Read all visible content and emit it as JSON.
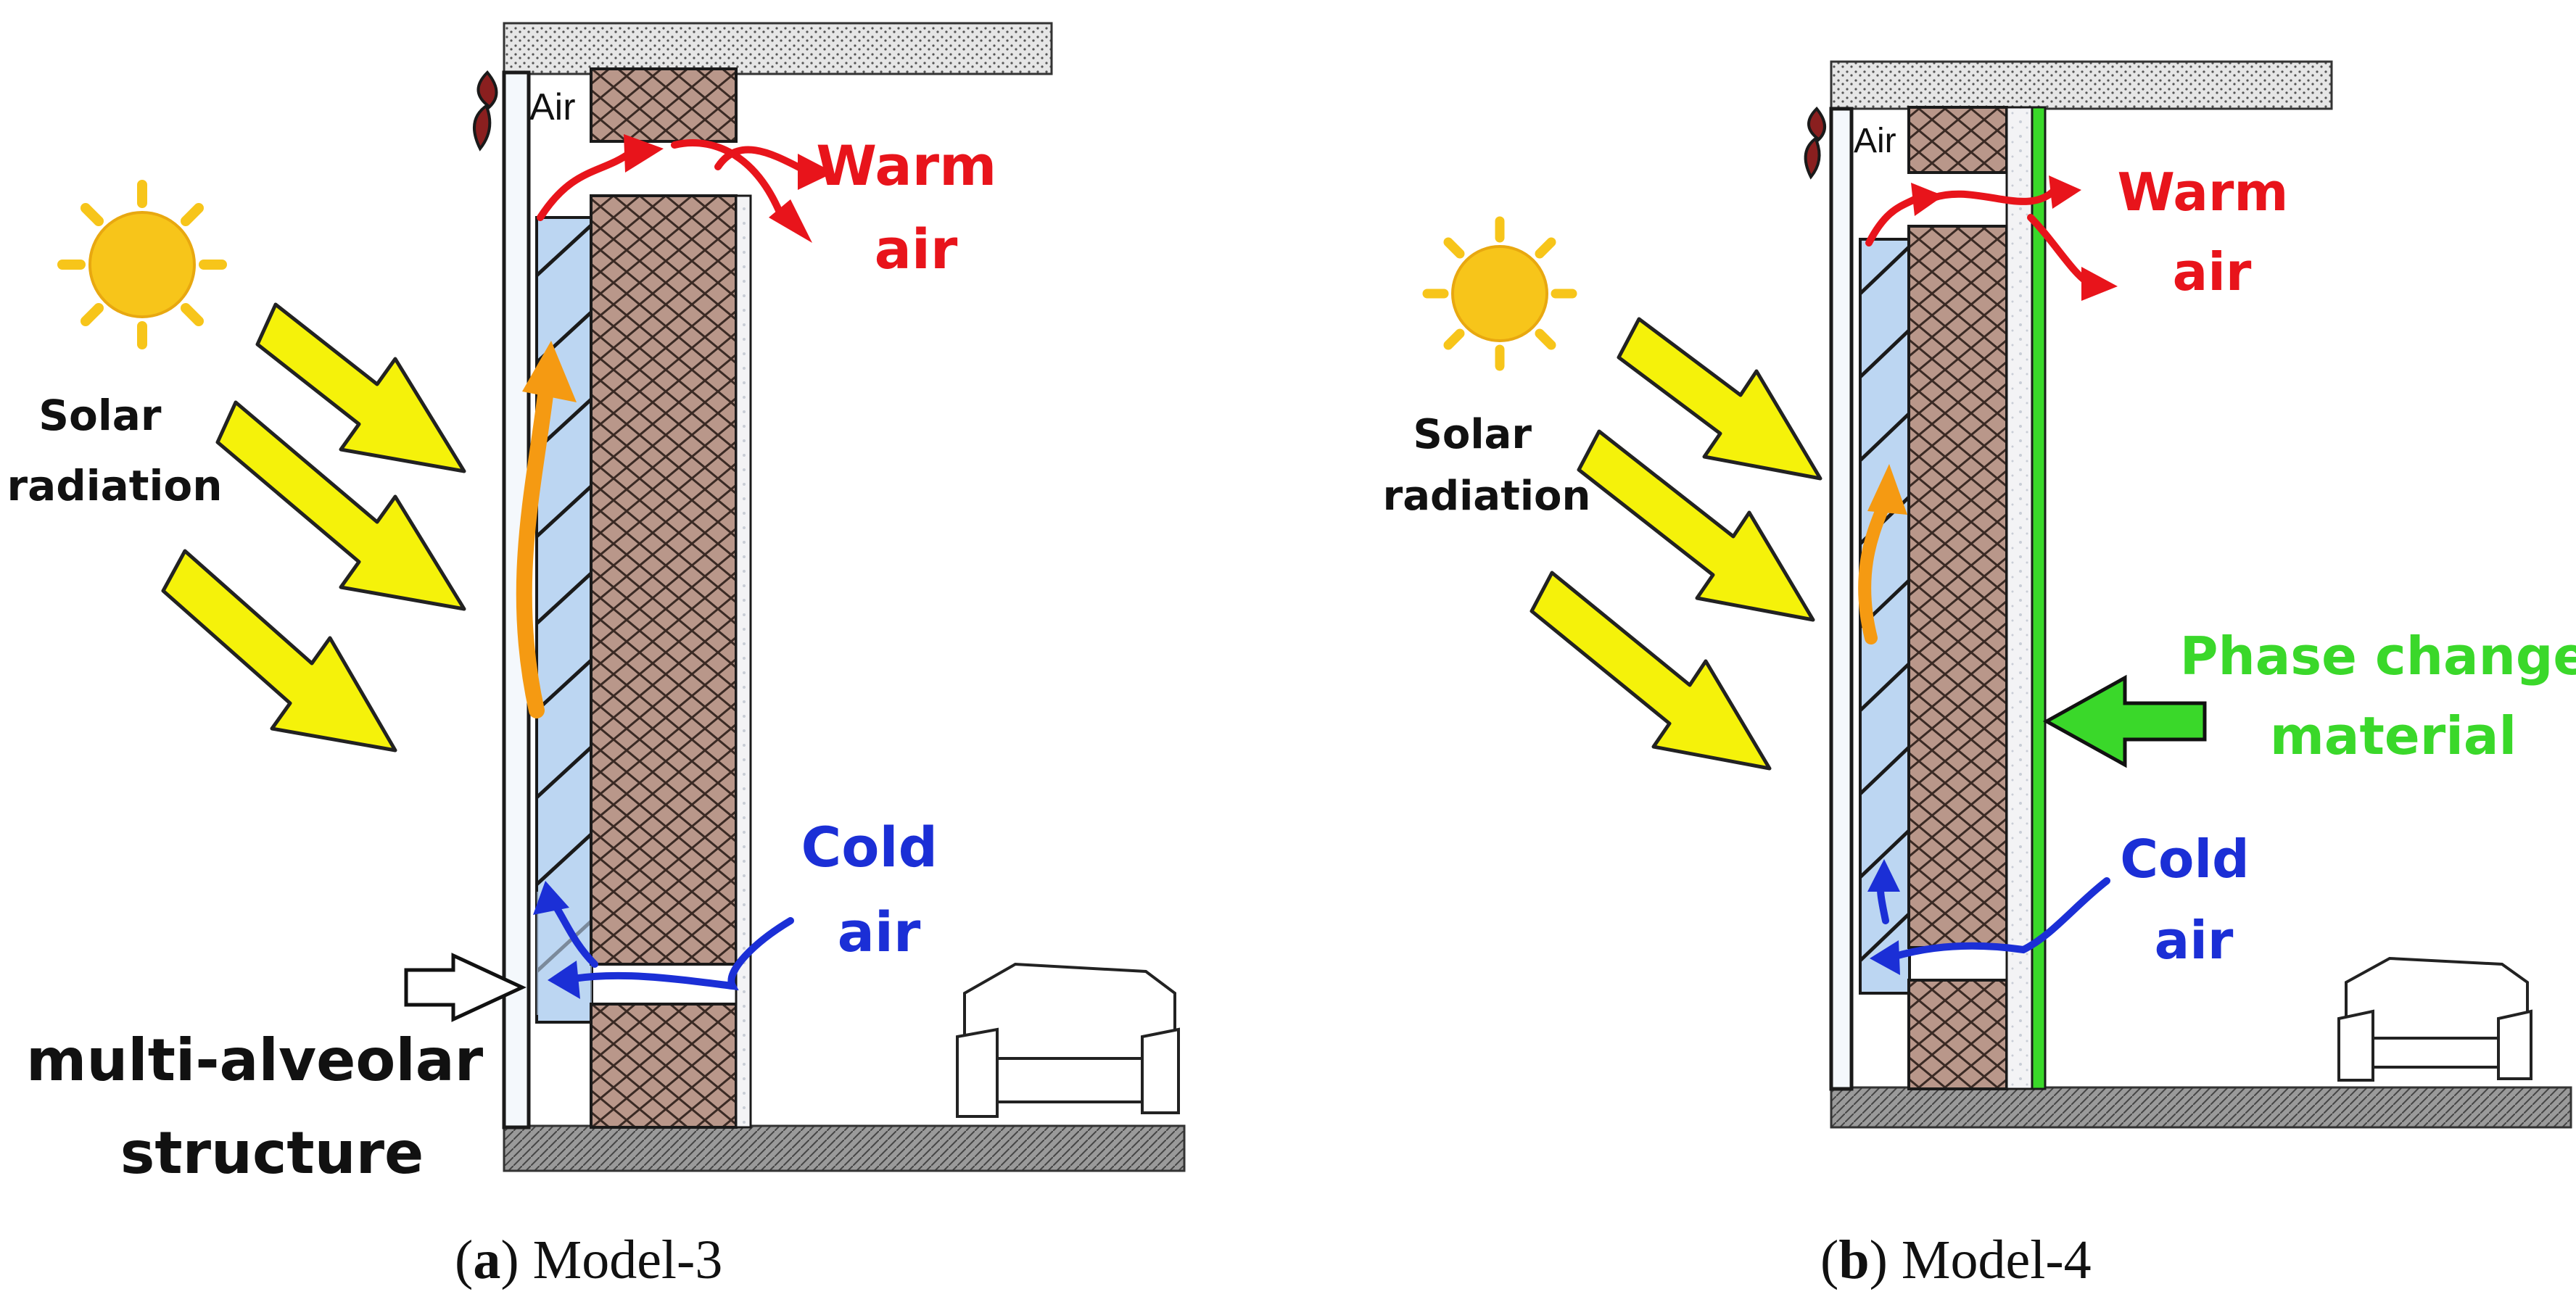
{
  "panels": [
    {
      "id": "a",
      "caption_letter": "a",
      "caption_text": "Model-3",
      "labels": {
        "air_small": "Air",
        "solar_line1": "Solar",
        "solar_line2": "radiation",
        "warm_line1": "Warm",
        "warm_line2": "air",
        "cold_line1": "Cold",
        "cold_line2": "air",
        "structure_line1": "multi-alveolar",
        "structure_line2": "structure"
      }
    },
    {
      "id": "b",
      "caption_letter": "b",
      "caption_text": "Model-4",
      "labels": {
        "air_small": "Air",
        "solar_line1": "Solar",
        "solar_line2": "radiation",
        "warm_line1": "Warm",
        "warm_line2": "air",
        "cold_line1": "Cold",
        "cold_line2": "air",
        "pcm_line1": "Phase change",
        "pcm_line2": "material"
      }
    }
  ],
  "colors": {
    "warm_air": "#e8141b",
    "cold_air": "#1b2fd6",
    "solar_arrow": "#f5f20a",
    "sun": "#f7c51a",
    "brick": "#b9978a",
    "glass": "#bcd6f2",
    "pcm": "#3ad82a",
    "convection": "#f59a12"
  }
}
